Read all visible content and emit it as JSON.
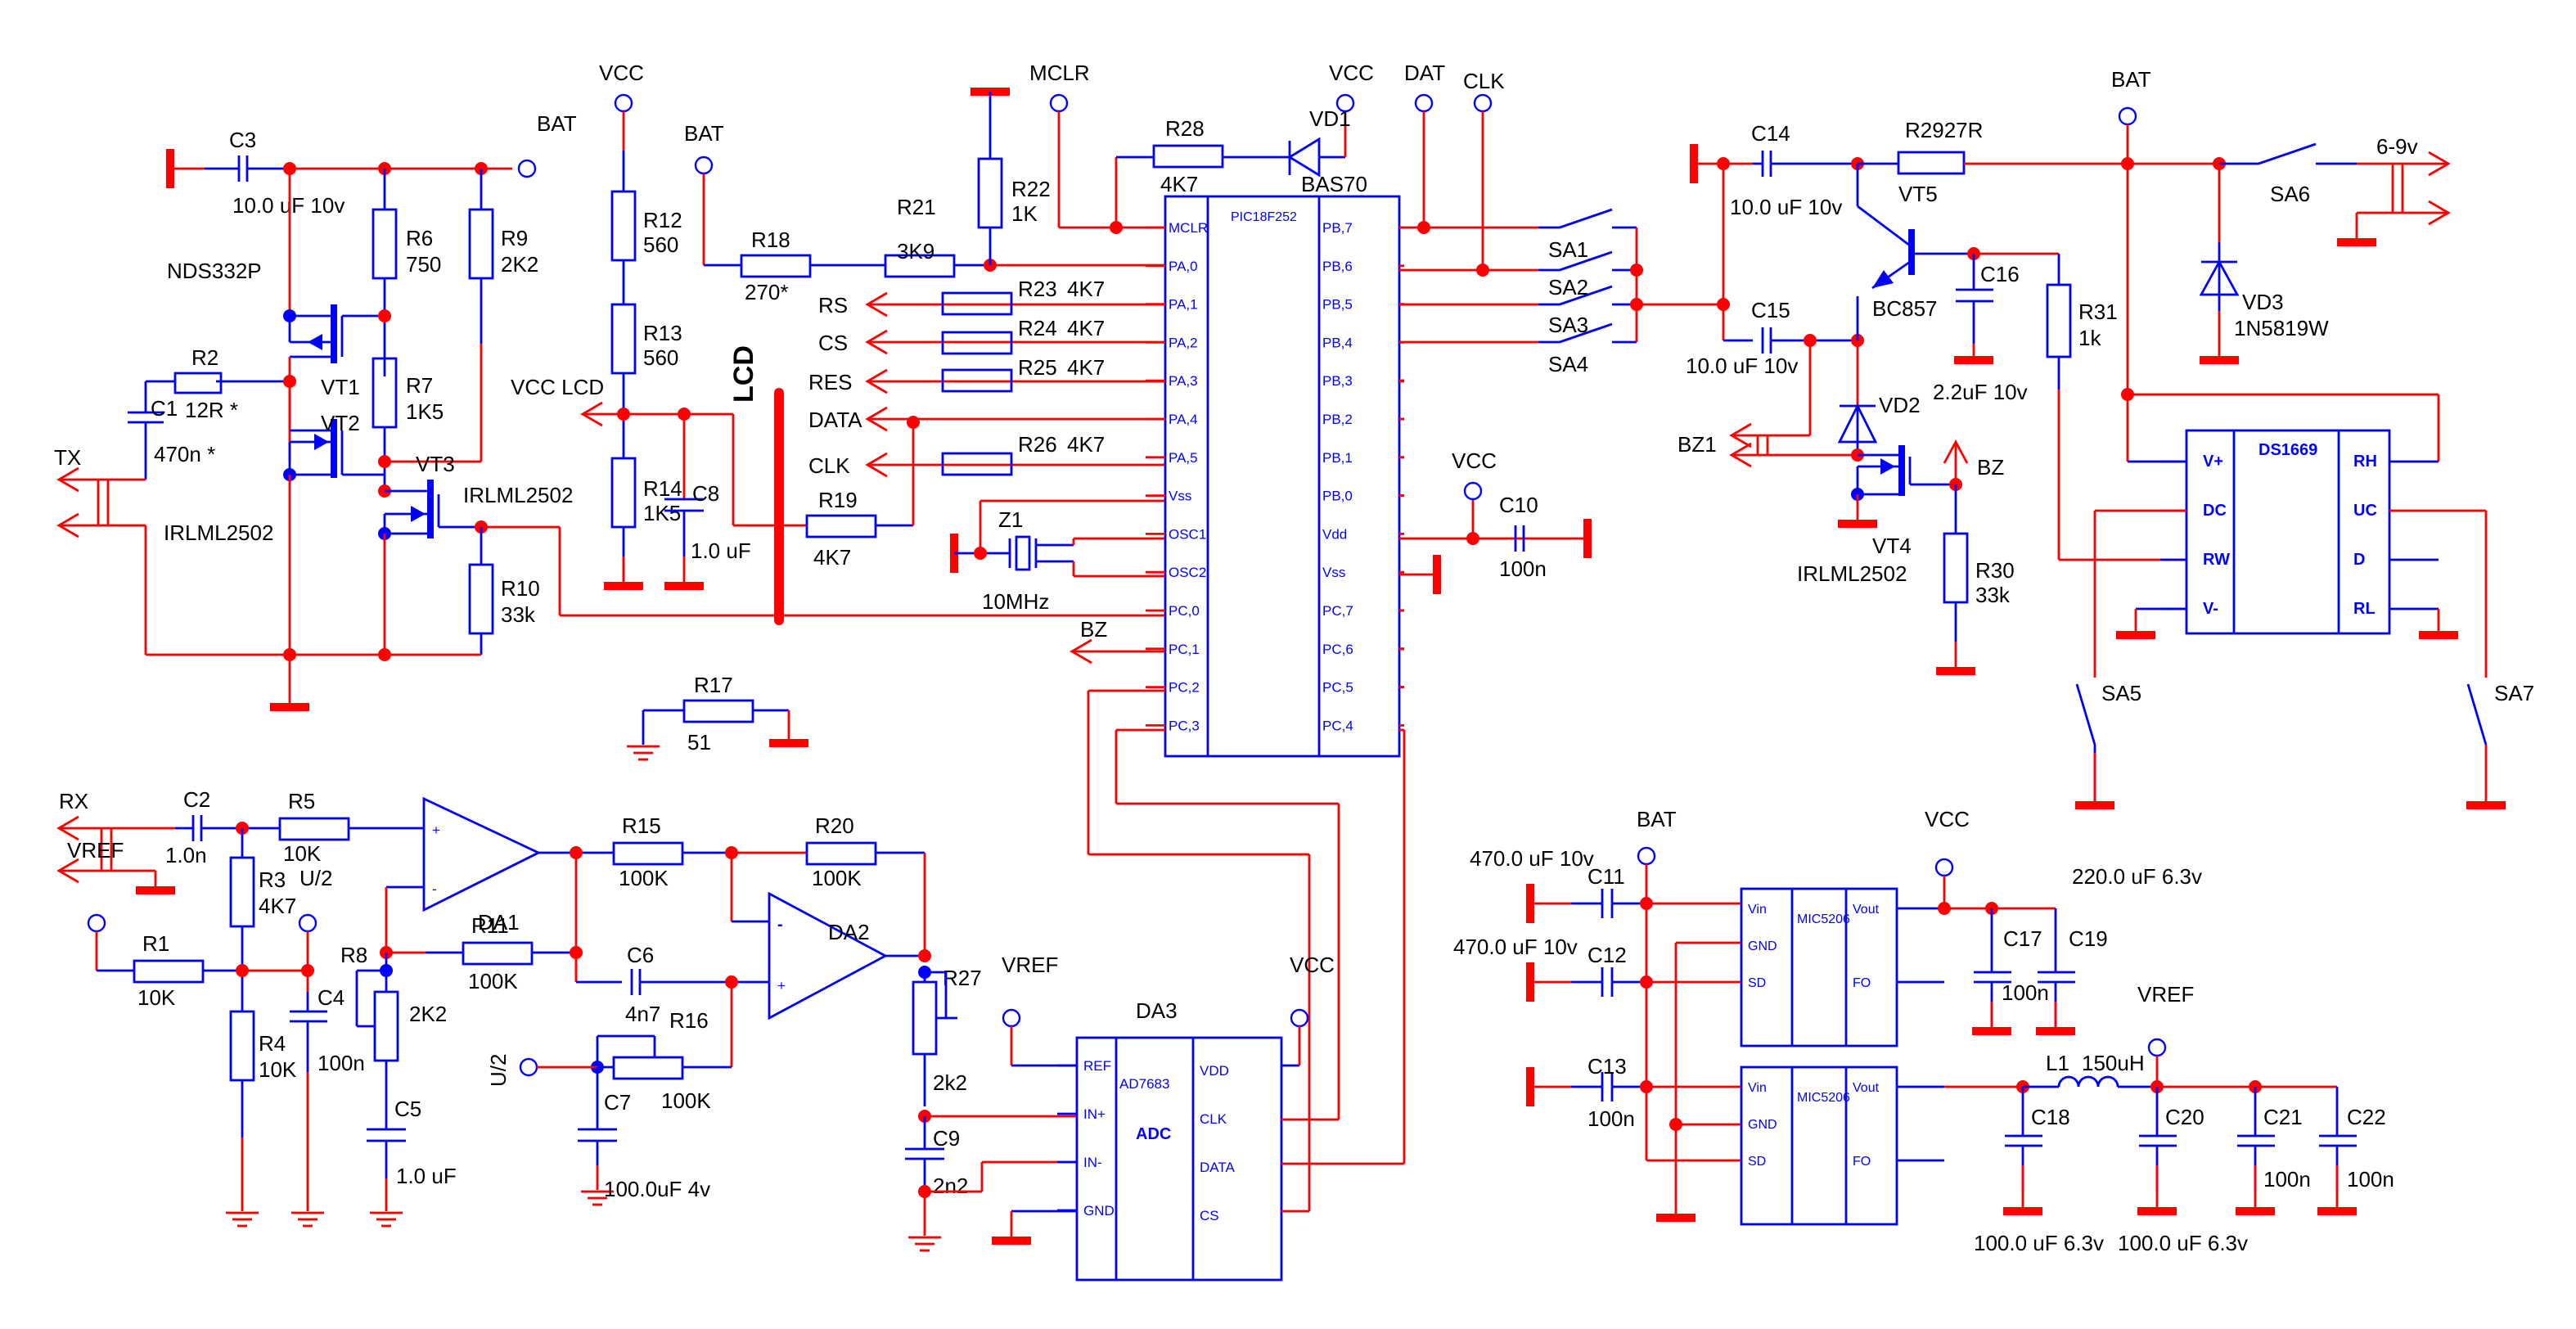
{
  "colors": {
    "wire_net": "#ff0000",
    "wire_component": "#0000ff",
    "background": "#ffffff",
    "text": "#000000"
  },
  "nets": [
    "VCC",
    "BAT",
    "MCLR",
    "DAT",
    "CLK",
    "VREF",
    "U/2",
    "VCC LCD",
    "TX",
    "RX",
    "BZ",
    "BZ1",
    "6-9v"
  ],
  "labels": {
    "c3": "C3",
    "c3_val": "10.0 uF 10v",
    "bat_1": "BAT",
    "nds332p": "NDS332P",
    "r6": "R6",
    "r6_val": "750",
    "r9": "R9",
    "r9_val": "2K2",
    "r7": "R7",
    "r7_val": "1K5",
    "r2": "R2",
    "r2_val": "12R *",
    "c1": "C1",
    "c1_val": "470n *",
    "vt1": "VT1",
    "vt2": "VT2",
    "vt3": "VT3",
    "irlml_1": "IRLML2502",
    "irlml_2": "IRLML2502",
    "irlml_3": "IRLML2502",
    "tx": "TX",
    "r10": "R10",
    "r10_val": "33k",
    "vcc_1": "VCC",
    "bat_2": "BAT",
    "r12": "R12",
    "r12_val": "560",
    "r13": "R13",
    "r13_val": "560",
    "r14": "R14",
    "r14_val": "1K5",
    "c8": "C8",
    "c8_val": "1.0 uF",
    "vcc_lcd": "VCC LCD",
    "r18": "R18",
    "r18_val": "270*",
    "r21": "R21",
    "r21_val": "3K9",
    "r22": "R22",
    "r22_val": "1K",
    "mclr": "MCLR",
    "r28": "R28",
    "r28_val": "4K7",
    "vd1": "VD1",
    "bas70": "BAS70",
    "vcc_2": "VCC",
    "dat": "DAT",
    "clk_net": "CLK",
    "lcd": "LCD",
    "rs": "RS",
    "cs": "CS",
    "res": "RES",
    "data": "DATA",
    "clk": "CLK",
    "r23": "R23",
    "r24": "R24",
    "r25": "R25",
    "r26": "R26",
    "r4k7": "4K7",
    "r19": "R19",
    "r19_val": "4K7",
    "z1": "Z1",
    "z1_val": "10MHz",
    "bz_out": "BZ",
    "vcc_3": "VCC",
    "c10": "C10",
    "c10_val": "100n",
    "r17": "R17",
    "r17_val": "51",
    "sa1": "SA1",
    "sa2": "SA2",
    "sa3": "SA3",
    "sa4": "SA4",
    "c14": "C14",
    "c14_val": "10.0 uF 10v",
    "r29": "R2927R",
    "vt5": "VT5",
    "bc857": "BC857",
    "c15": "C15",
    "c15_val": "10.0 uF 10v",
    "c16": "C16",
    "c16_val": "2.2uF 10v",
    "r31": "R31",
    "r31_val": "1k",
    "bat_3": "BAT",
    "sa6": "SA6",
    "v69": "6-9v",
    "vd3": "VD3",
    "vd3_val": "1N5819W",
    "vd2": "VD2",
    "bz1": "BZ1",
    "bz": "BZ",
    "vt4": "VT4",
    "r30": "R30",
    "r30_val": "33k",
    "sa5": "SA5",
    "sa7": "SA7",
    "rx": "RX",
    "vref_1": "VREF",
    "c2": "C2",
    "c2_val": "1.0n",
    "r5": "R5",
    "r5_val": "10K",
    "u2_a": "U/2",
    "r3": "R3",
    "r3_val": "4K7",
    "r1": "R1",
    "r1_val": "10K",
    "r4": "R4",
    "r4_val": "10K",
    "c4": "C4",
    "c4_val": "100n",
    "r8": "R8",
    "r8_val": "2K2",
    "c5": "C5",
    "c5_val": "1.0 uF",
    "da1": "DA1",
    "r11": "R11",
    "r11_val": "100K",
    "r15": "R15",
    "r15_val": "100K",
    "r20": "R20",
    "r20_val": "100K",
    "da2": "DA2",
    "c6": "C6",
    "c6_val": "4n7",
    "u2_b": "U/2",
    "r16": "R16",
    "r16_val": "100K",
    "c7": "C7",
    "c7_val": "100.0uF 4v",
    "r27": "R27",
    "r27_val": "2k2",
    "c9": "C9",
    "c9_val": "2n2",
    "vref_2": "VREF",
    "da3": "DA3",
    "vcc_4": "VCC",
    "bat_4": "BAT",
    "vcc_5": "VCC",
    "c11": "C11",
    "c11_val": "470.0 uF 10v",
    "c12": "C12",
    "c12_val": "470.0 uF 10v",
    "c13": "C13",
    "c13_val": "100n",
    "c17": "C17",
    "c17_val": "100n",
    "c19": "C19",
    "c19_val": "220.0 uF 6.3v",
    "vref_3": "VREF",
    "l1": "L1",
    "l1_val": "150uH",
    "c18": "C18",
    "c18_val": "100.0 uF 6.3v",
    "c20": "C20",
    "c20_val": "100.0 uF 6.3v",
    "c21": "C21",
    "c21_val": "100n",
    "c22": "C22",
    "c22_val": "100n"
  },
  "pic": {
    "name": "PIC18F252",
    "left_pins": [
      "MCLR",
      "PA,0",
      "PA,1",
      "PA,2",
      "PA,3",
      "PA,4",
      "PA,5",
      "Vss",
      "OSC1",
      "OSC2",
      "PC,0",
      "PC,1",
      "PC,2",
      "PC,3"
    ],
    "right_pins": [
      "PB,7",
      "PB,6",
      "PB,5",
      "PB,4",
      "PB,3",
      "PB,2",
      "PB,1",
      "PB,0",
      "Vdd",
      "Vss",
      "PC,7",
      "PC,6",
      "PC,5",
      "PC,4"
    ]
  },
  "adc": {
    "name": "AD7683",
    "body": "ADC",
    "left_pins": [
      "REF",
      "IN+",
      "IN-",
      "GND"
    ],
    "right_pins": [
      "VDD",
      "CLK",
      "DATA",
      "CS"
    ]
  },
  "ds1669": {
    "name": "DS1669",
    "left_pins": [
      "V+",
      "DC",
      "RW",
      "V-"
    ],
    "right_pins": [
      "RH",
      "UC",
      "D",
      "RL"
    ]
  },
  "mic5206": {
    "name": "MIC5206",
    "left_pins": [
      "Vin",
      "GND",
      "SD"
    ],
    "right_pins": [
      "Vout",
      "FO"
    ]
  }
}
